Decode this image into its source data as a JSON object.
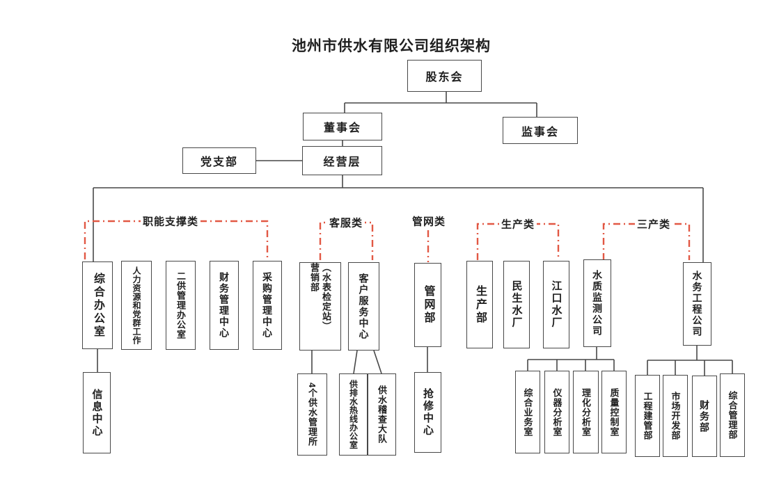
{
  "title": "池州市供水有限公司组织架构",
  "colors": {
    "line": "#474747",
    "category_accent": "#e25844",
    "text": "#1f1f1f",
    "background": "#ffffff"
  },
  "governance": {
    "shareholders": "股东会",
    "board": "董事会",
    "supervisory": "监事会",
    "party_branch": "党支部",
    "management": "经营层"
  },
  "categories": {
    "functional_support": "职能支撑类",
    "customer_service": "客服类",
    "pipe_network": "管网类",
    "production": "生产类",
    "tertiary": "三产类"
  },
  "departments": {
    "general_office": "综合办公室",
    "hr_party": "人力资源和党群工作",
    "secondary_supply_office": "二供管理办公室",
    "finance_center": "财务管理中心",
    "procurement_center": "采购管理中心",
    "marketing_dept": "营销部",
    "marketing_dept_note": "（水表检定站）",
    "customer_service_center": "客户服务中心",
    "pipe_network_dept": "管网部",
    "production_dept": "生产部",
    "minsheng_plant": "民生水厂",
    "jiangkou_plant": "江口水厂",
    "water_quality_company": "水质监测公司",
    "water_engineering_company": "水务工程公司"
  },
  "sub_departments": {
    "info_center": "信息中心",
    "supply_management_offices": "4个供水管理所",
    "hotline_office": "供排水热线办公室",
    "inspection_brigade": "供水稽查大队",
    "repair_center": "抢修中心",
    "general_business": "综合业务室",
    "instrument_analysis": "仪器分析室",
    "physchem_analysis": "理化分析室",
    "quality_control": "质量控制室",
    "construction_mgmt": "工程建管部",
    "market_dev": "市场开发部",
    "finance_dept": "财务部",
    "general_mgmt": "综合管理部"
  }
}
